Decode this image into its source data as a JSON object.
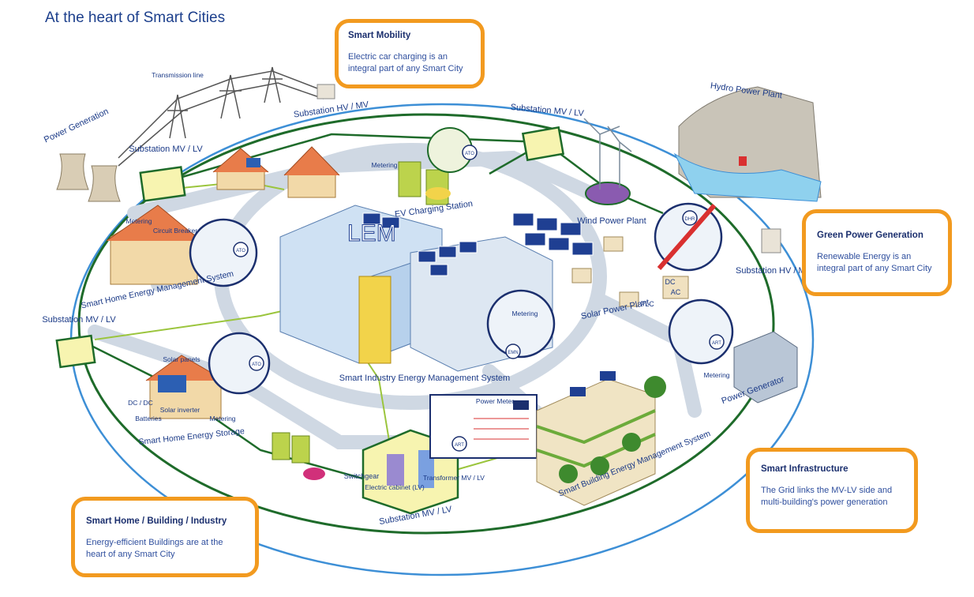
{
  "title": "At the heart of Smart Cities",
  "callouts": {
    "mobility": {
      "title": "Smart Mobility",
      "body": "Electric car charging is an integral part of any Smart City"
    },
    "green": {
      "title": "Green Power Generation",
      "body": "Renewable Energy is an integral part of any Smart City"
    },
    "infrastructure": {
      "title": "Smart Infrastructure",
      "body": "The Grid links the MV-LV side and multi-building's power generation"
    },
    "smart_home": {
      "title": "Smart Home / Building / Industry",
      "body": "Energy-efficient Buildings are at the heart of any Smart City"
    }
  },
  "labels": {
    "transmission_line": "Transmission line",
    "power_generation": "Power Generation",
    "substation_hv_mv": "Substation HV / MV",
    "substation_mv_lv": "Substation MV / LV",
    "substation_mv_lv_bottom": "Substation MV / LV",
    "hydro_power_plant": "Hydro Power Plant",
    "metering": "Metering",
    "circuit_breaker": "Circuit Breaker",
    "smart_home_ems": "Smart Home Energy Management System",
    "ev_charging_station": "EV Charging Station",
    "wind_power_plant": "Wind Power Plant",
    "solar_power_plant": "Solar Power Plant",
    "lem": "LEM",
    "smart_industry_ems": "Smart Industry Energy Management System",
    "solar_panels": "Solar panels",
    "dc_dc": "DC / DC",
    "batteries": "Batteries",
    "solar_inverter": "Solar inverter",
    "smart_home_storage": "Smart Home Energy Storage",
    "switchgear": "Switchgear",
    "electric_cabinet": "Electric cabinet (LV)",
    "transformer": "Transformer MV / LV",
    "power_meter": "Power Meter",
    "smart_building_ems": "Smart Building Energy Management System",
    "power_generator": "Power Generator",
    "ac": "AC",
    "dc": "DC",
    "plc": "PLC",
    "ato": "ATO",
    "art": "ART",
    "emn": "EMN",
    "dhr": "DHR"
  },
  "colors": {
    "accent_orange": "#f29a1f",
    "grid_green": "#1e6b2a",
    "road_gray": "#cfd8e3",
    "ring_blue": "#3d8fd6",
    "text_blue": "#1b3a87"
  }
}
